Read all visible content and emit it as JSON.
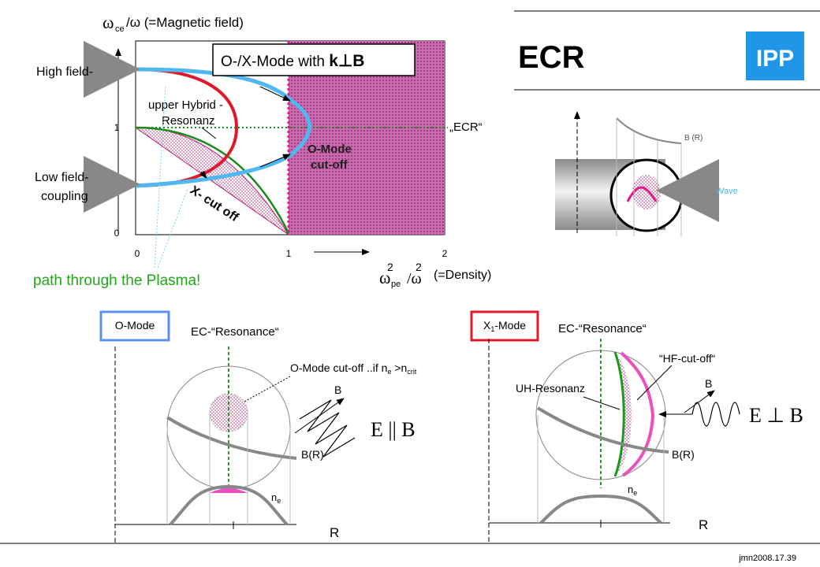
{
  "title": "ECR",
  "logo_text": "IPP",
  "footer": "jmn2008.17.39",
  "dispersion": {
    "y_axis_label": "ω",
    "y_axis_sub": "ce",
    "y_axis_suffix": "/ω  (=Magnetic field)",
    "x_axis_label": "ω",
    "x_axis_sub": "pe",
    "x_axis_sup": "2",
    "x_axis_mid": "/ω",
    "x_axis_sup2": "2",
    "x_axis_suffix": "(=Density)",
    "x_ticks": [
      "0",
      "1",
      "2"
    ],
    "y_ticks": [
      "0",
      "1"
    ],
    "box_label_prefix": "O-/X-Mode  with  ",
    "box_label_bold": "k⊥B",
    "high_field": "High field-",
    "low_field_1": "Low field-",
    "low_field_2": "coupling",
    "upper_hybrid_1": "upper Hybrid -",
    "upper_hybrid_2": "Resonanz",
    "ecr_label": "„ECR“",
    "omode_cutoff_1": "O-Mode",
    "omode_cutoff_2": "cut-off",
    "x_cutoff": "X- cut off",
    "path_label": "path through the Plasma!"
  },
  "cross_section": {
    "br_label": "B (R)",
    "wave_label": "Wave"
  },
  "omode_panel": {
    "badge": "O-Mode",
    "resonance": "EC-“Resonance“",
    "cutoff_prefix": "O-Mode cut-off ..if n",
    "cutoff_sub1": "e",
    "cutoff_mid": " >n",
    "cutoff_sub2": "crit",
    "b_label": "B",
    "e_label": "E || B",
    "br_label": "B(R)",
    "ne_label": "n",
    "ne_sub": "e",
    "r_label": "R"
  },
  "xmode_panel": {
    "badge_prefix": "X",
    "badge_sub": "1",
    "badge_suffix": "-Mode",
    "resonance": "EC-“Resonance“",
    "hf_cutoff": "“HF-cut-off“",
    "uh_resonance": "UH-Resonanz",
    "b_label": "B",
    "e_label": "E ⊥ B",
    "br_label": "B(R)",
    "ne_label": "n",
    "ne_sub": "e",
    "r_label": "R"
  }
}
